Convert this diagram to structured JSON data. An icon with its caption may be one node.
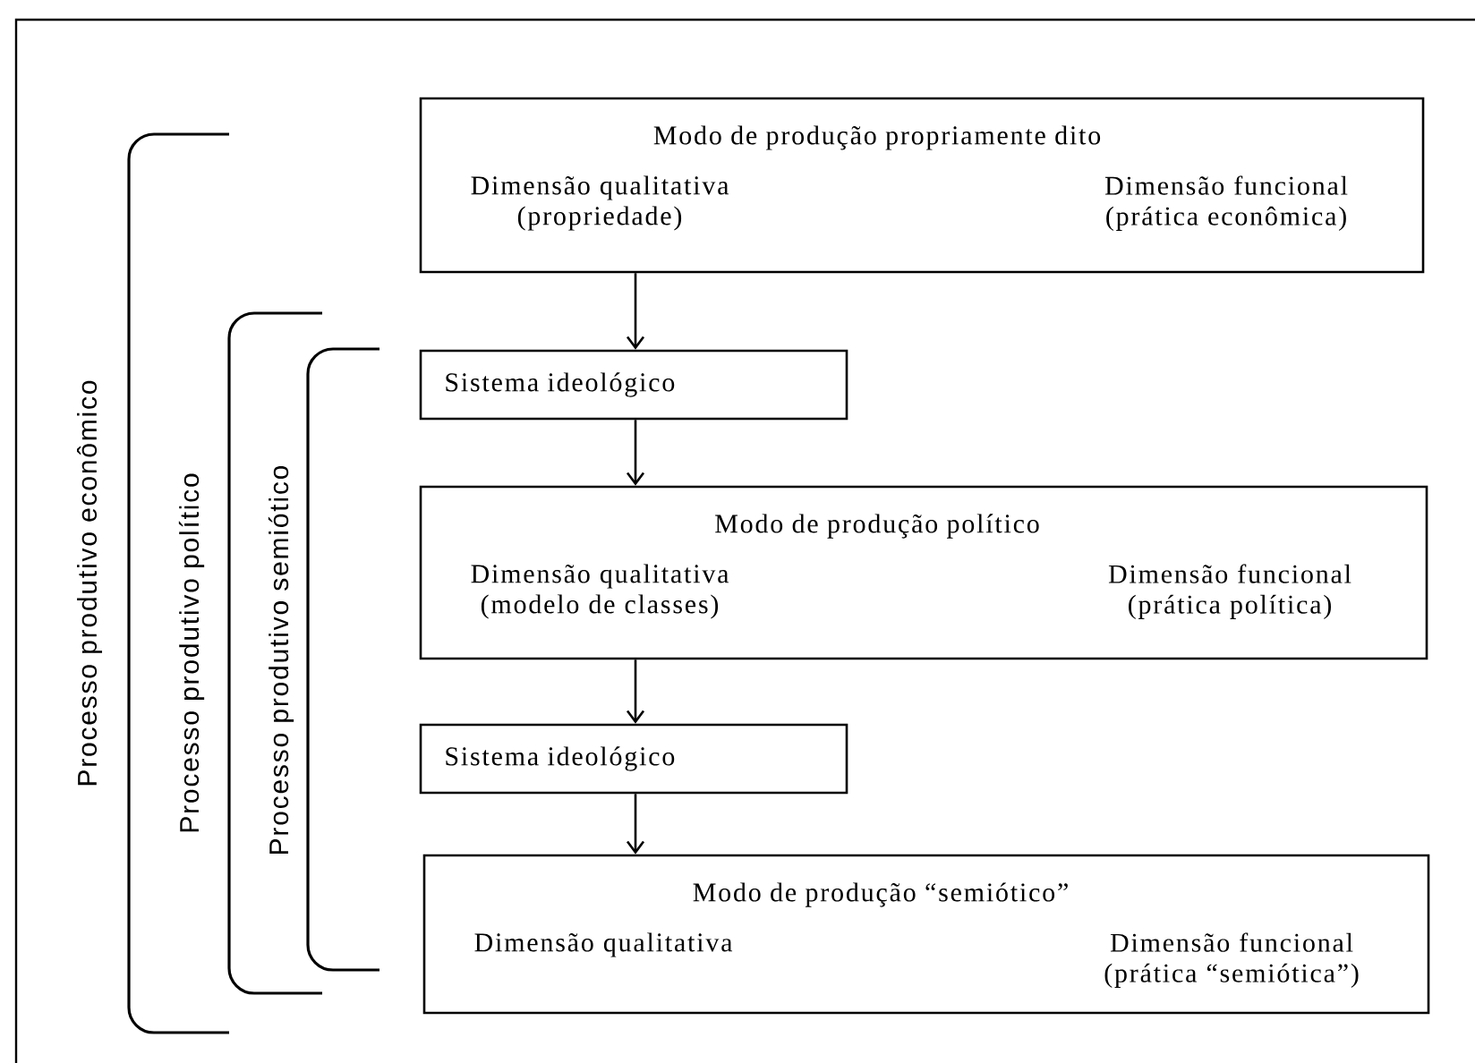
{
  "diagram": {
    "nodes": [
      {
        "text": [
          "Modo de produção propriamente dito",
          "Dimensão qualitativa (propriedade)",
          "Dimensão funcional (prática econômica)"
        ]
      },
      {
        "text": [
          "Sistema ideológico"
        ]
      },
      {
        "text": [
          "Modo de produção político",
          "Dimensão qualitativa (modelo de classes)",
          "Dimensão funcional (prática política)"
        ]
      },
      {
        "text": [
          "Sistema ideológico"
        ]
      },
      {
        "text": [
          "Modo de produção “semiótico”",
          "Dimensão qualitativa",
          "Dimensão funcional (prática “semiótica”)"
        ]
      }
    ],
    "edges": [
      {
        "from": 0,
        "to": 1,
        "arrow": "to"
      },
      {
        "from": 1,
        "to": 2,
        "arrow": "to"
      },
      {
        "from": 2,
        "to": 3,
        "arrow": "to"
      },
      {
        "from": 3,
        "to": 4,
        "arrow": "to"
      }
    ],
    "labels": [
      "Processo produtivo econômico",
      "Processo produtivo político",
      "Processo produtivo semiótico"
    ]
  }
}
